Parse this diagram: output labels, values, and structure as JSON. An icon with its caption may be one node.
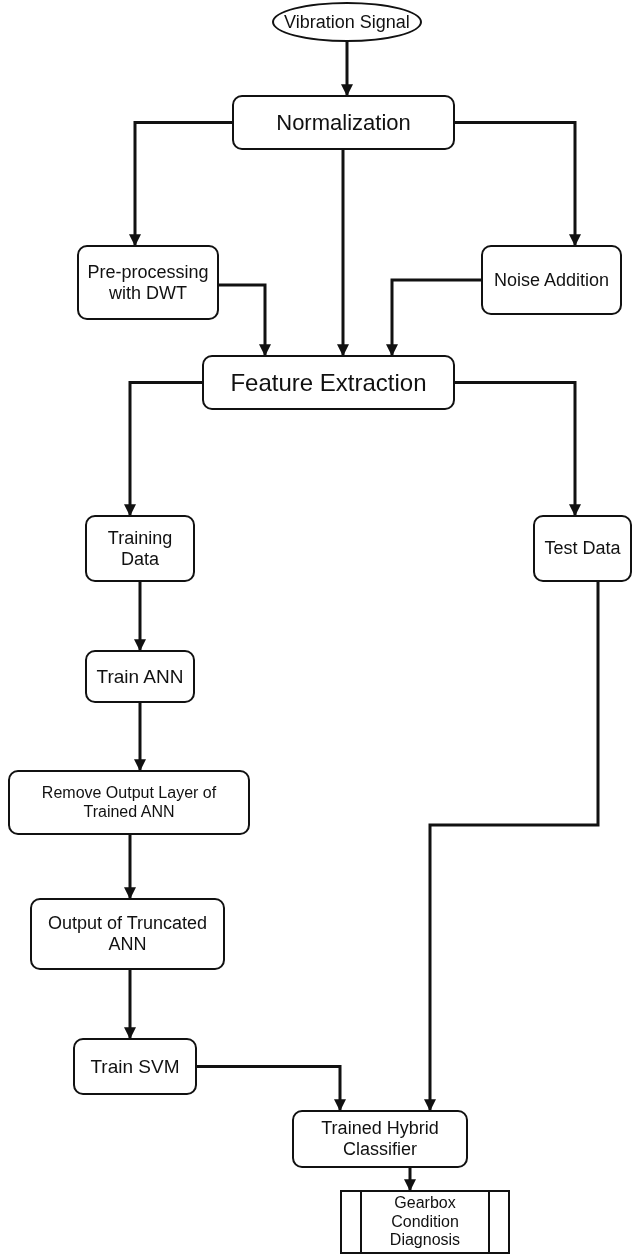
{
  "diagram": {
    "nodes": [
      {
        "text": [
          "Vibration Signal"
        ]
      },
      {
        "text": [
          "Normalization"
        ]
      },
      {
        "text": [
          "Pre-processing with DWT"
        ]
      },
      {
        "text": [
          "Noise Addition"
        ]
      },
      {
        "text": [
          "Feature Extraction"
        ]
      },
      {
        "text": [
          "Training Data"
        ]
      },
      {
        "text": [
          "Test Data"
        ]
      },
      {
        "text": [
          "Train ANN"
        ]
      },
      {
        "text": [
          "Remove Output Layer of Trained ANN"
        ]
      },
      {
        "text": [
          "Output of Truncated ANN"
        ]
      },
      {
        "text": [
          "Train SVM"
        ]
      },
      {
        "text": [
          "Trained Hybrid Classifier"
        ]
      },
      {
        "text": [
          "Gearbox Condition Diagnosis"
        ]
      }
    ],
    "edges": [
      {
        "from": 0,
        "to": 1,
        "arrow": "to"
      },
      {
        "from": 1,
        "to": 2,
        "arrow": "to"
      },
      {
        "from": 1,
        "to": 4,
        "arrow": "to"
      },
      {
        "from": 1,
        "to": 3,
        "arrow": "to"
      },
      {
        "from": 2,
        "to": 4,
        "arrow": "to"
      },
      {
        "from": 3,
        "to": 4,
        "arrow": "to"
      },
      {
        "from": 4,
        "to": 5,
        "arrow": "to"
      },
      {
        "from": 4,
        "to": 6,
        "arrow": "to"
      },
      {
        "from": 5,
        "to": 7,
        "arrow": "to"
      },
      {
        "from": 7,
        "to": 8,
        "arrow": "to"
      },
      {
        "from": 8,
        "to": 9,
        "arrow": "to"
      },
      {
        "from": 9,
        "to": 10,
        "arrow": "to"
      },
      {
        "from": 10,
        "to": 11,
        "arrow": "to"
      },
      {
        "from": 6,
        "to": 11,
        "arrow": "to"
      },
      {
        "from": 11,
        "to": 12,
        "arrow": "to"
      }
    ]
  }
}
